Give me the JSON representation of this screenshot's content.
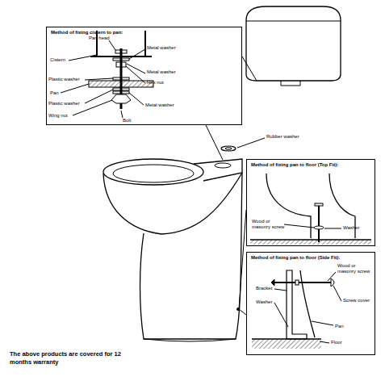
{
  "diagram": {
    "caption": "The above products are covered for 12 months warranty",
    "nodes": [
      {
        "text": [
          "Method of fixing cistern to pan:"
        ]
      },
      {
        "text": [
          "Method of fixing pan to floor (Top Fit):"
        ]
      },
      {
        "text": [
          "Method of fixing pan to floor (Side Fit):"
        ]
      }
    ],
    "labels": [
      "Pan head",
      "Metal washer",
      "Cistern",
      "Metal washer",
      "Hex nut",
      "Plastic washer",
      "Pan",
      "Plastic washer",
      "Metal washer",
      "Wing nut",
      "Bolt",
      "Rubber washer",
      "Wood or masonry screw",
      "Washer",
      "Wood or masonry screw",
      "Bracket",
      "Washer",
      "Screw cover",
      "Pan",
      "Floor"
    ]
  }
}
